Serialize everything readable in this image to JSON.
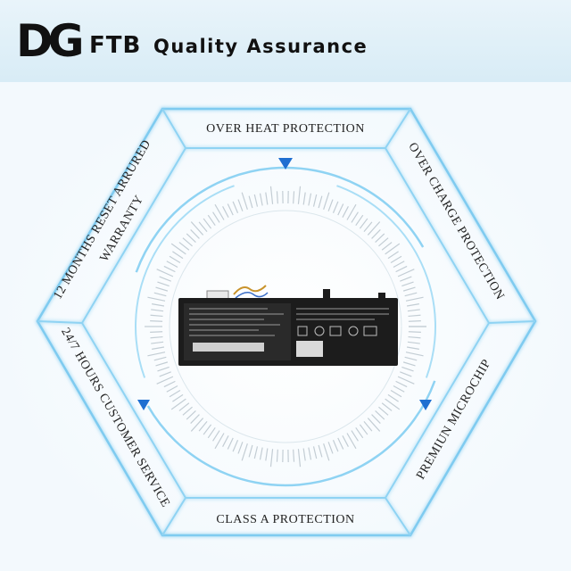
{
  "header": {
    "logo_text": "DG",
    "brand_suffix": "FTB",
    "title": "Quality Assurance"
  },
  "features": {
    "top": "OVER HEAT PROTECTION",
    "top_right": "OVER CHARGE PROTECTION",
    "bottom_right": "PREMIUN MICROCHIP",
    "bottom": "CLASS A PROTECTION",
    "bottom_left": "24/7 HOURS CUSTOMER SERVICE",
    "top_left_line1": "12 MONTHS RESET ARRURED",
    "top_left_line2": "WARRANTY"
  },
  "colors": {
    "accent": "#1f6fd1",
    "frame": "#6ec3ee",
    "header_bg": "#dcedf7",
    "battery": "#1c1c1c"
  },
  "icons": [
    "triangle-down-icon",
    "triangle-down-icon",
    "triangle-down-icon"
  ]
}
